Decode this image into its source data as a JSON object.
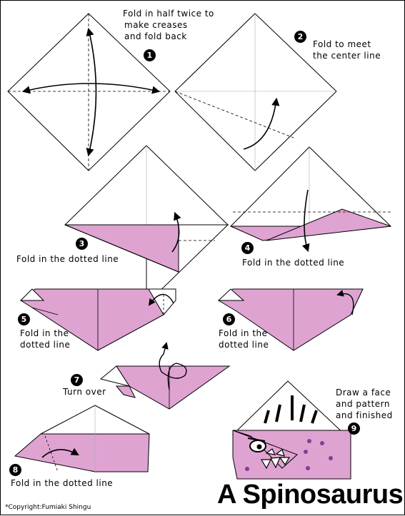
{
  "title": "A Spinosaurus",
  "copyright": "*Copyright:Fumiaki Shingu",
  "colors": {
    "paper_pink": "#dfa3d2",
    "paper_white": "#ffffff",
    "dots": "#8a3a95",
    "line": "#000000",
    "crease": "#999999"
  },
  "steps": [
    {
      "number": "1",
      "text": [
        "Fold in half twice to",
        "make creases",
        "and fold back"
      ]
    },
    {
      "number": "2",
      "text": [
        "Fold to meet",
        "the center line"
      ]
    },
    {
      "number": "3",
      "text": [
        "Fold in the dotted line"
      ]
    },
    {
      "number": "4",
      "text": [
        "Fold in the dotted line"
      ]
    },
    {
      "number": "5",
      "text": [
        "Fold in the",
        "dotted line"
      ]
    },
    {
      "number": "6",
      "text": [
        "Fold in the",
        "dotted line"
      ]
    },
    {
      "number": "7",
      "text": [
        "Turn over"
      ]
    },
    {
      "number": "8",
      "text": [
        "Fold in the dotted line"
      ]
    },
    {
      "number": "9",
      "text": [
        "Draw a face",
        "and pattern",
        "and finished"
      ]
    }
  ]
}
